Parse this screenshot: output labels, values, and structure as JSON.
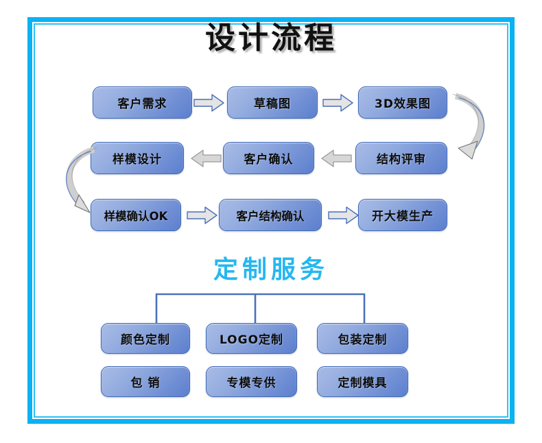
{
  "page": {
    "title": "设计流程",
    "section_title": "定制服务",
    "frame_color": "#0bb2f2",
    "box_fill_top": "#a8bbe6",
    "box_fill_bottom": "#5c7fce",
    "box_border_color": "#3d68b5",
    "arrow_fill": "#e2e2e2",
    "arrow_stroke": "#4a6fb8",
    "section_title_color": "#26b7f0",
    "title_color": "#111111",
    "connector_color": "#4a72bb"
  },
  "flow": {
    "row1": [
      {
        "label": "客户需求",
        "name": "flow-box-customer-requirement"
      },
      {
        "label": "草稿图",
        "name": "flow-box-draft-drawing"
      },
      {
        "label": "3D效果图",
        "name": "flow-box-3d-rendering"
      }
    ],
    "row2": [
      {
        "label": "样模设计",
        "name": "flow-box-sample-mold-design"
      },
      {
        "label": "客户确认",
        "name": "flow-box-customer-confirm"
      },
      {
        "label": "结构评审",
        "name": "flow-box-structure-review"
      }
    ],
    "row3": [
      {
        "label": "样模确认OK",
        "name": "flow-box-sample-mold-ok"
      },
      {
        "label": "客户结构确认",
        "name": "flow-box-customer-structure-confirm"
      },
      {
        "label": "开大模生产",
        "name": "flow-box-mass-production"
      }
    ],
    "arrows": [
      {
        "name": "arrow-right-1",
        "direction": "right"
      },
      {
        "name": "arrow-right-2",
        "direction": "right"
      },
      {
        "name": "arrow-curve-right-down",
        "direction": "curve-down-left"
      },
      {
        "name": "arrow-left-1",
        "direction": "left"
      },
      {
        "name": "arrow-left-2",
        "direction": "left"
      },
      {
        "name": "arrow-curve-left-down",
        "direction": "curve-down-right"
      },
      {
        "name": "arrow-right-3",
        "direction": "right"
      },
      {
        "name": "arrow-right-4",
        "direction": "right"
      }
    ]
  },
  "service": {
    "row1": [
      {
        "label": "颜色定制",
        "name": "service-box-color-customization"
      },
      {
        "label": "LOGO定制",
        "name": "service-box-logo-customization"
      },
      {
        "label": "包装定制",
        "name": "service-box-packaging-customization"
      }
    ],
    "row2": [
      {
        "label": "包 销",
        "name": "service-box-exclusive-sales"
      },
      {
        "label": "专模专供",
        "name": "service-box-dedicated-mold-supply"
      },
      {
        "label": "定制模具",
        "name": "service-box-custom-mold"
      }
    ]
  }
}
